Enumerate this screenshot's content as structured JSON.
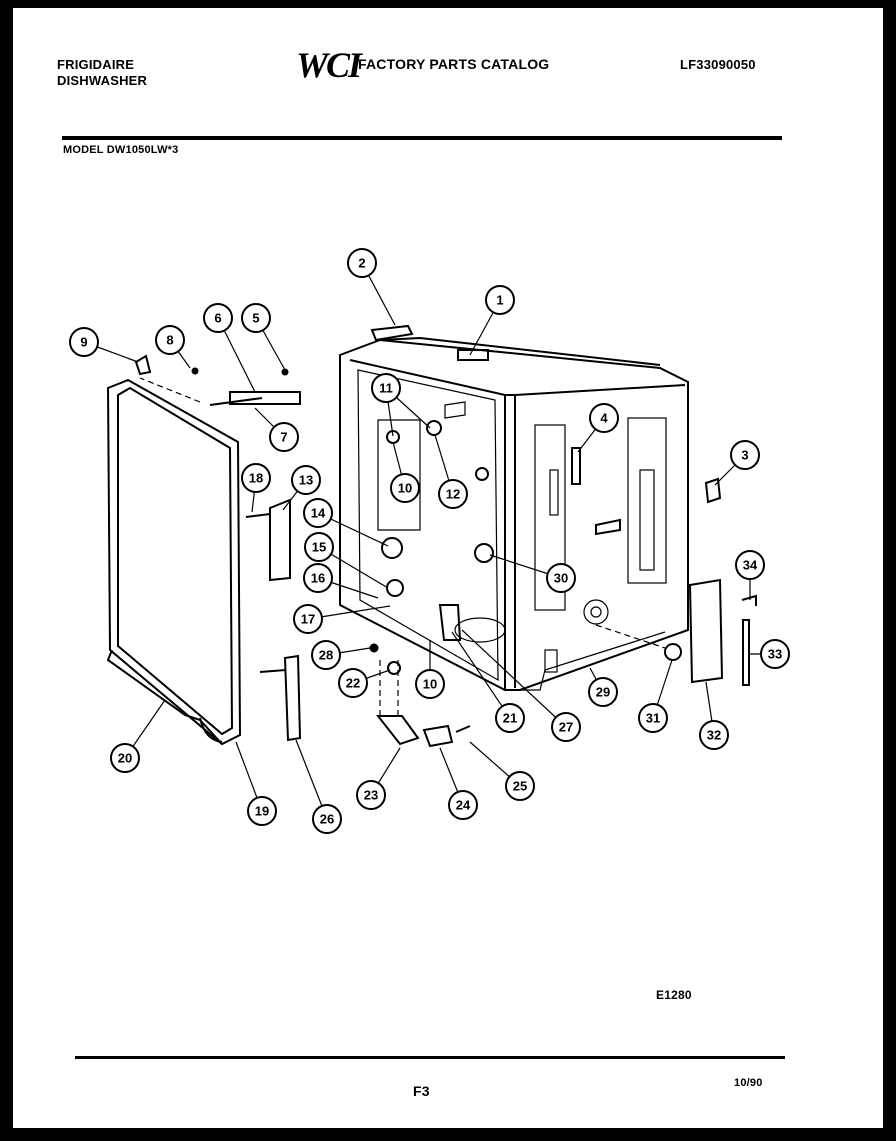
{
  "header": {
    "brand_line1": "FRIGIDAIRE",
    "brand_line2": "DISHWASHER",
    "logo": "WCI",
    "catalog_title": "FACTORY PARTS CATALOG",
    "catalog_number": "LF33090050",
    "model_label": "MODEL DW1050LW*3"
  },
  "diagram": {
    "callouts": [
      "1",
      "2",
      "3",
      "4",
      "5",
      "6",
      "7",
      "8",
      "9",
      "10",
      "11",
      "12",
      "13",
      "14",
      "15",
      "16",
      "17",
      "18",
      "19",
      "20",
      "21",
      "22",
      "23",
      "24",
      "25",
      "26",
      "27",
      "28",
      "29",
      "30",
      "31",
      "32",
      "33",
      "34",
      "10"
    ]
  },
  "footer": {
    "drawing_code": "E1280",
    "page_label": "F3",
    "date": "10/90"
  }
}
